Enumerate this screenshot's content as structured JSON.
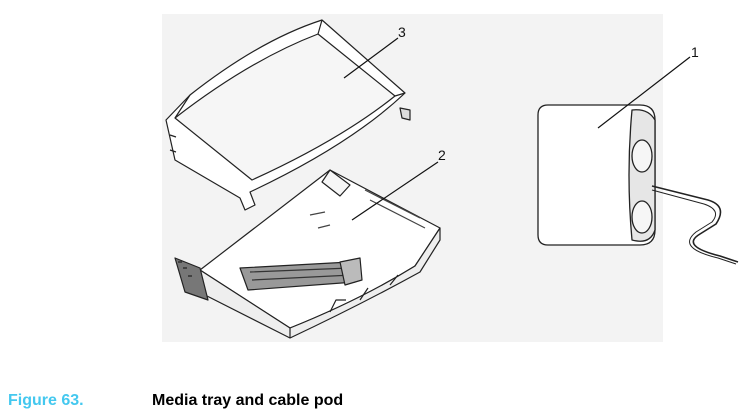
{
  "figure": {
    "callouts": [
      "1",
      "2",
      "3"
    ],
    "parts": [
      "media-tray-cover",
      "media-tray",
      "cable-pod"
    ]
  },
  "caption": {
    "number": "Figure 63.",
    "title": "Media tray and cable pod",
    "number_color": "#44c8ef"
  }
}
